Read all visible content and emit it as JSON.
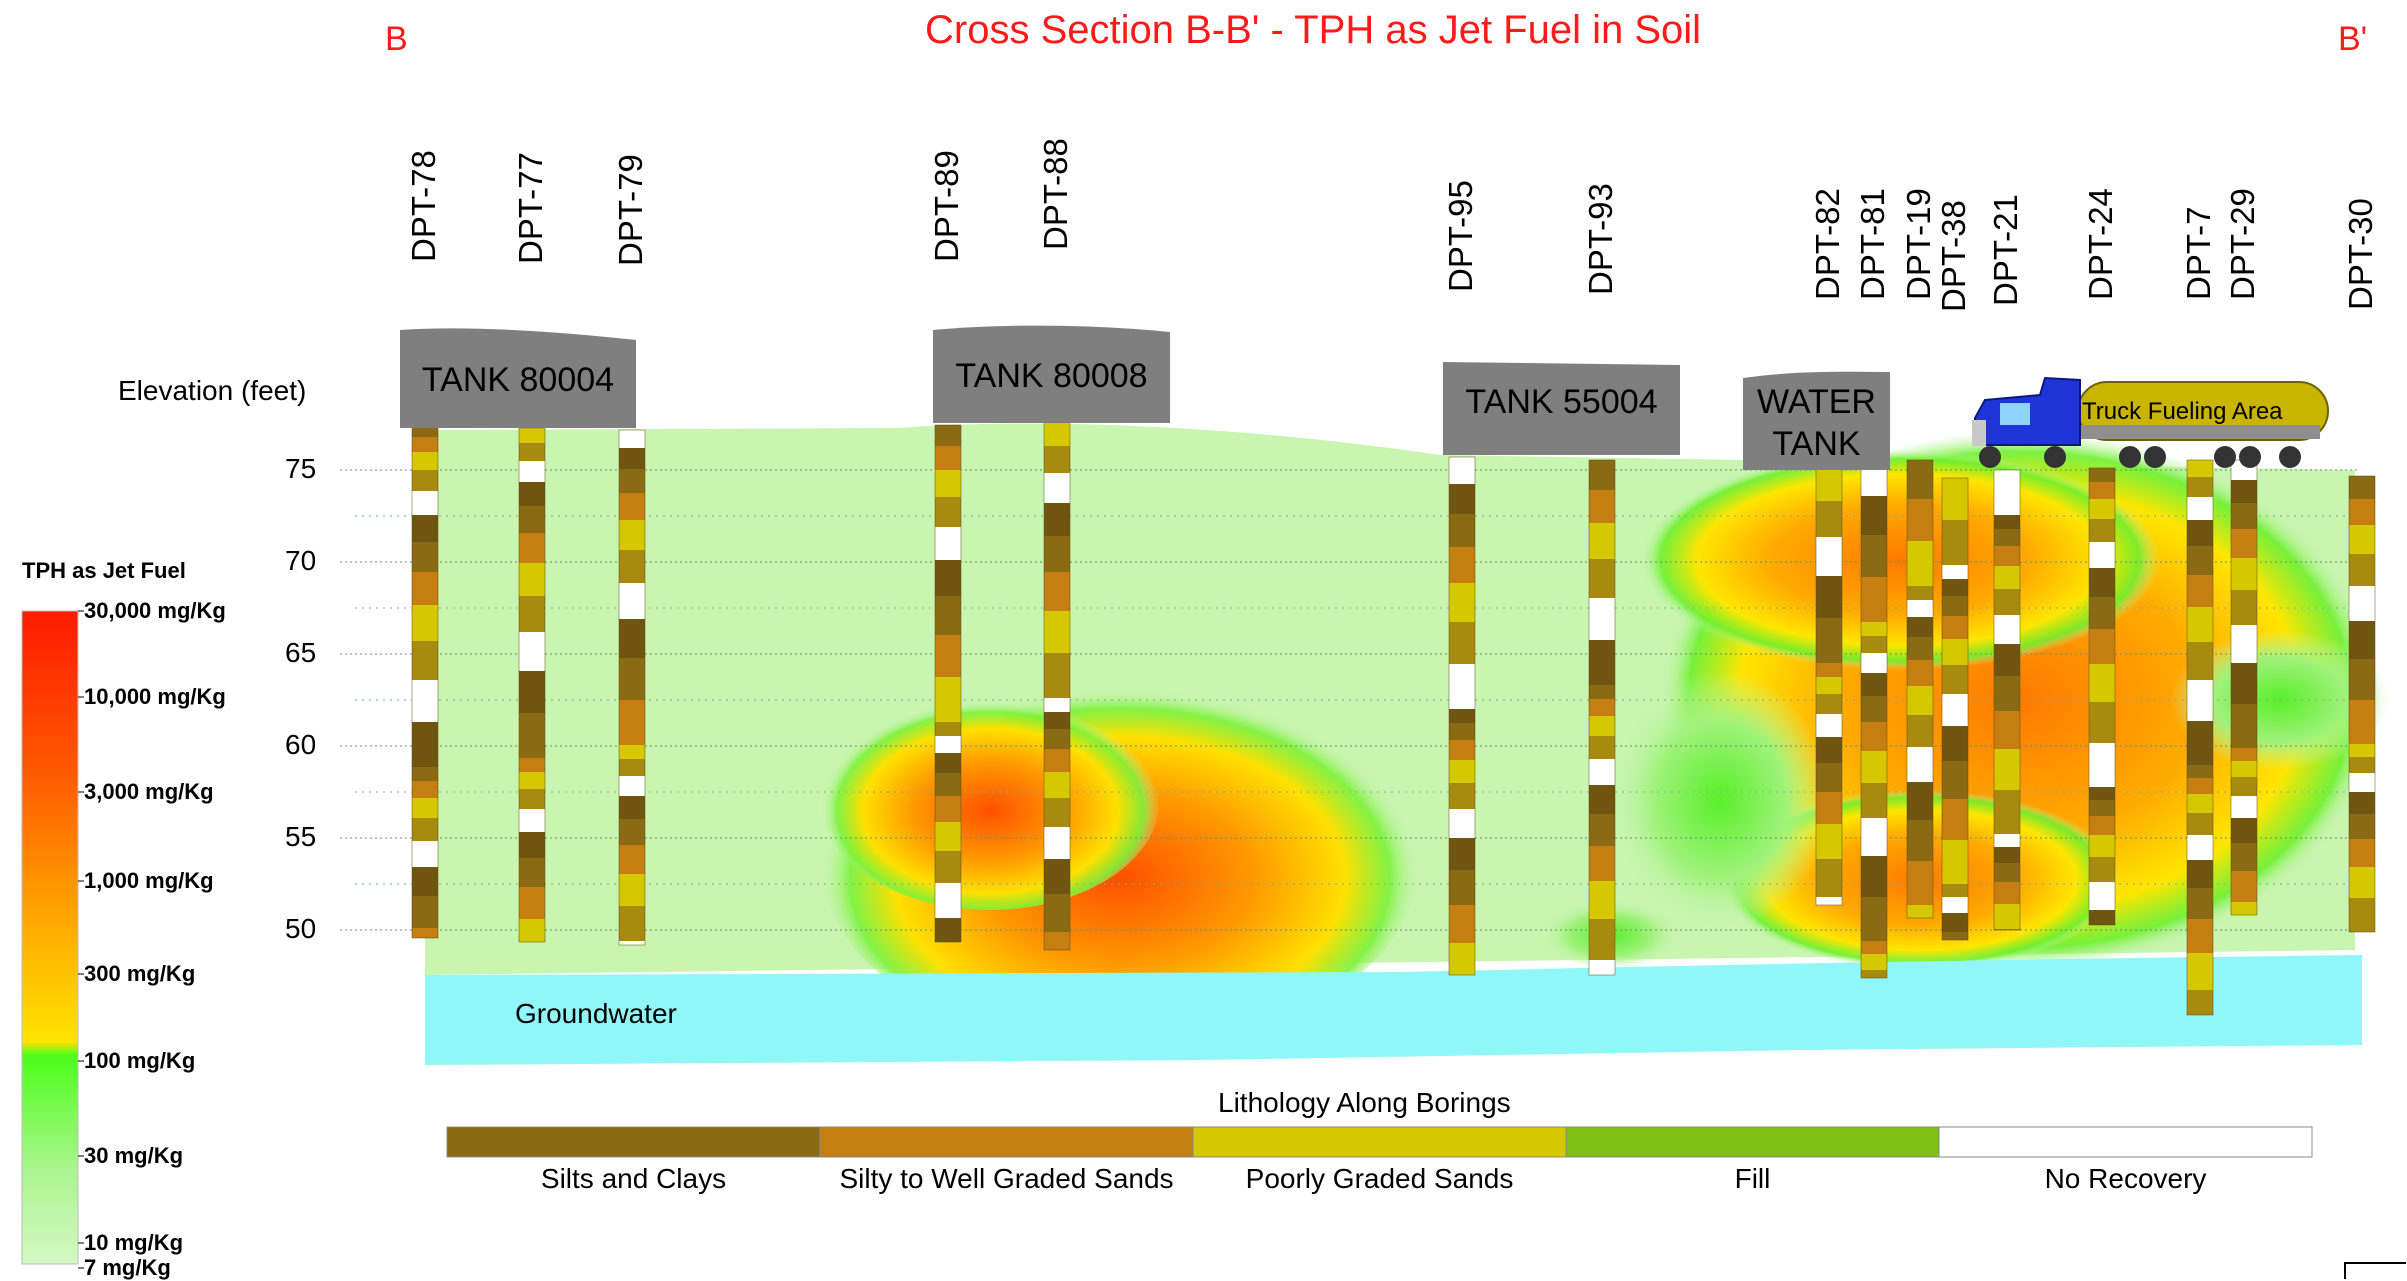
{
  "title": "Cross Section B-B' - TPH as Jet Fuel in Soil",
  "end_left": "B",
  "end_right": "B'",
  "elevation_label": "Elevation (feet)",
  "elevation_ticks": [
    "75",
    "70",
    "65",
    "60",
    "55",
    "50"
  ],
  "borings": [
    "DPT-78",
    "DPT-77",
    "DPT-79",
    "DPT-89",
    "DPT-88",
    "DPT-95",
    "DPT-93",
    "DPT-82",
    "DPT-81",
    "DPT-19",
    "DPT-38",
    "DPT-21",
    "DPT-24",
    "DPT-7",
    "DPT-29",
    "DPT-30"
  ],
  "tanks": [
    "TANK 80004",
    "TANK 80008",
    "TANK 55004",
    "WATER TANK"
  ],
  "truck_label": "Truck Fueling Area",
  "groundwater_label": "Groundwater",
  "legend": {
    "title": "TPH as Jet Fuel",
    "levels": [
      "30,000 mg/Kg",
      "10,000 mg/Kg",
      "3,000 mg/Kg",
      "1,000 mg/Kg",
      "300 mg/Kg",
      "100 mg/Kg",
      "30 mg/Kg",
      "10 mg/Kg",
      "7 mg/Kg"
    ]
  },
  "lithology": {
    "title": "Lithology Along Borings",
    "classes": [
      {
        "label": "Silts and Clays",
        "color": "#8a6a12"
      },
      {
        "label": "Silty to Well Graded Sands",
        "color": "#c47e12"
      },
      {
        "label": "Poorly Graded Sands",
        "color": "#d6c800"
      },
      {
        "label": "Fill",
        "color": "#7fbf16"
      },
      {
        "label": "No Recovery",
        "color": "#ffffff"
      }
    ]
  },
  "colors": {
    "title": "#ff1a1a",
    "background_soil": "#c8f5b0",
    "groundwater": "#8ff7f7",
    "tank": "#7f7f7f"
  }
}
